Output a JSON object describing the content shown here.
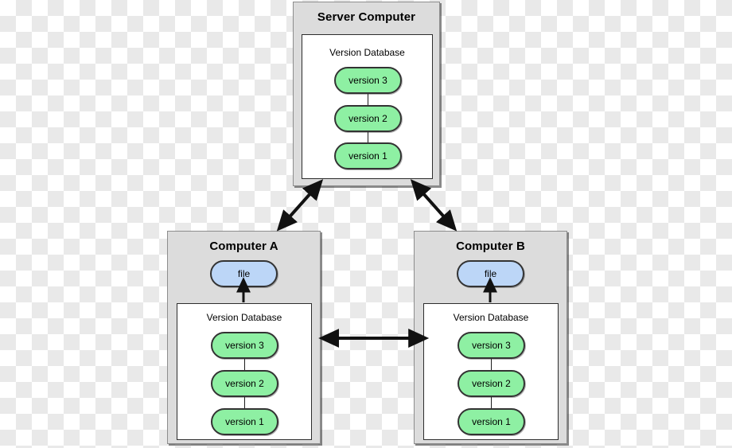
{
  "diagram": {
    "type": "centralized-version-control-system",
    "server": {
      "title": "Server Computer",
      "database": {
        "title": "Version Database",
        "versions": [
          {
            "label": "version 3"
          },
          {
            "label": "version 2"
          },
          {
            "label": "version 1"
          }
        ]
      }
    },
    "clients": [
      {
        "title": "Computer A",
        "file": {
          "label": "file"
        },
        "database": {
          "title": "Version Database",
          "versions": [
            {
              "label": "version 3"
            },
            {
              "label": "version 2"
            },
            {
              "label": "version 1"
            }
          ]
        }
      },
      {
        "title": "Computer B",
        "file": {
          "label": "file"
        },
        "database": {
          "title": "Version Database",
          "versions": [
            {
              "label": "version 3"
            },
            {
              "label": "version 2"
            },
            {
              "label": "version 1"
            }
          ]
        }
      }
    ],
    "connections": [
      {
        "from": "Computer A",
        "to": "Server Computer",
        "style": "double-headed-arrow"
      },
      {
        "from": "Computer B",
        "to": "Server Computer",
        "style": "double-headed-arrow"
      },
      {
        "from": "Computer A",
        "to": "Computer B",
        "style": "double-headed-arrow"
      },
      {
        "from": "Version Database",
        "to": "file",
        "style": "single-headed-arrow-up"
      }
    ],
    "colors": {
      "version_fill": "#8ef0a3",
      "file_fill": "#bcd6f7",
      "panel_fill": "#dcdcdc",
      "database_fill": "#ffffff",
      "stroke": "#333333"
    }
  }
}
